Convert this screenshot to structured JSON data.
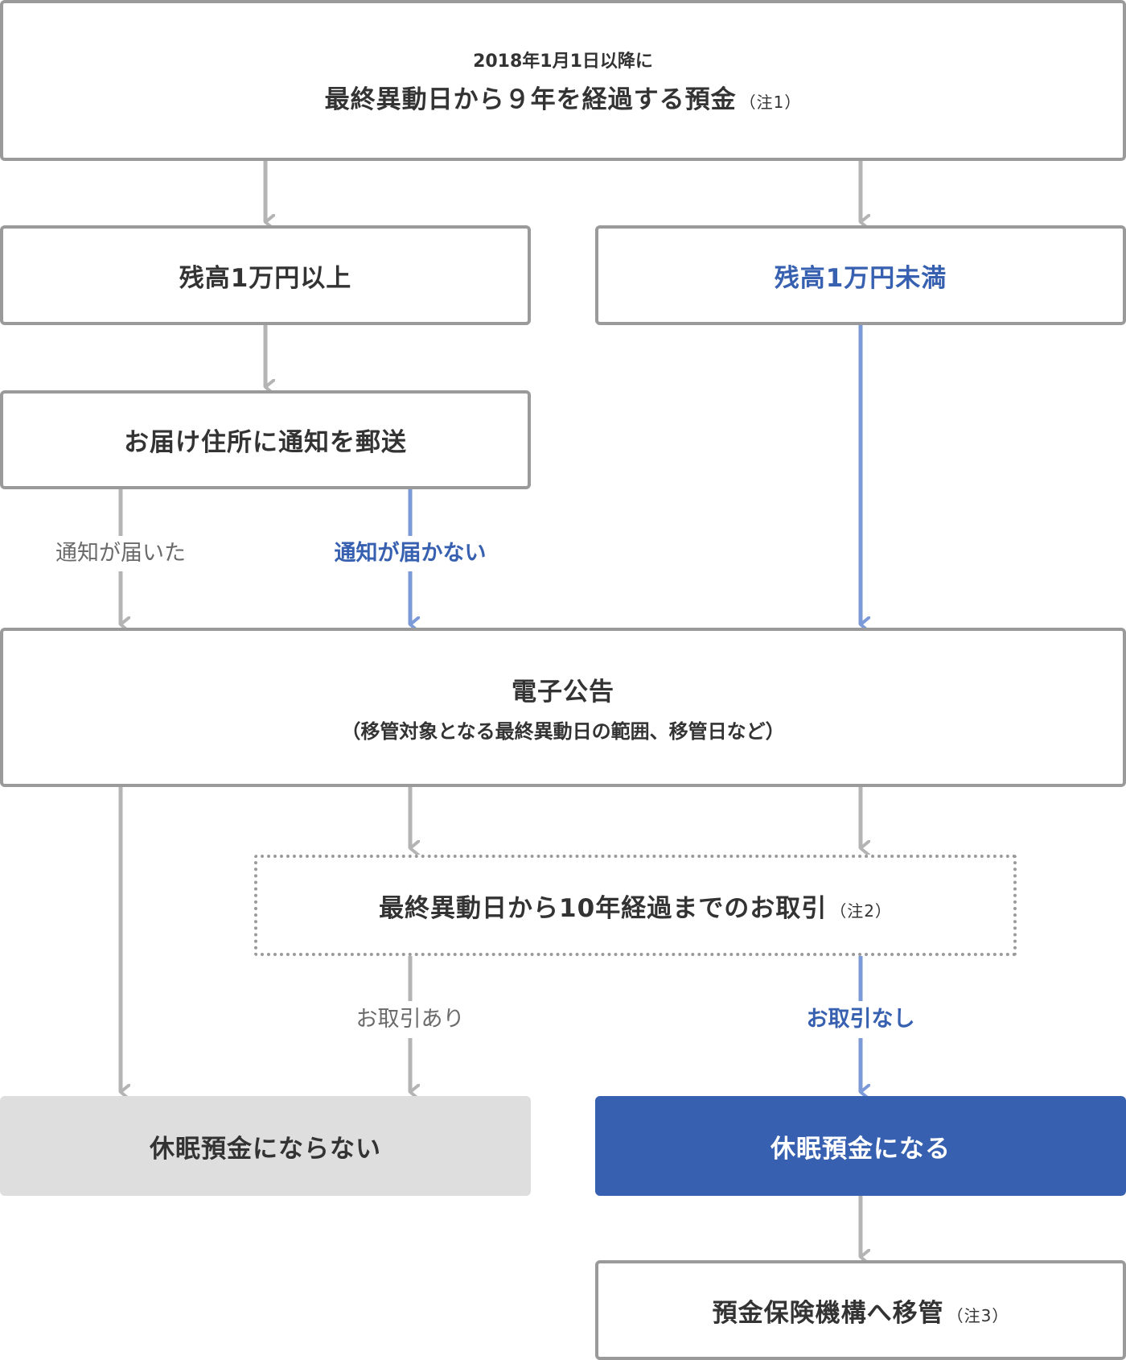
{
  "nodes": {
    "top": {
      "line1": "2018年1月1日以降に",
      "line2": "最終異動日から９年を経過する預金",
      "note": "（注1）"
    },
    "balance_over": {
      "label": "残高1万円以上"
    },
    "balance_under": {
      "label": "残高1万円未満"
    },
    "mail_notice": {
      "label": "お届け住所に通知を郵送"
    },
    "e_notice": {
      "label": "電子公告",
      "sub": "（移管対象となる最終異動日の範囲、移管日など）"
    },
    "transaction": {
      "label": "最終異動日から10年経過までのお取引",
      "note": "（注2）"
    },
    "not_dormant": {
      "label": "休眠預金にならない"
    },
    "dormant": {
      "label": "休眠預金になる"
    },
    "transfer": {
      "label": "預金保険機構へ移管",
      "note": "（注3）"
    }
  },
  "edge_labels": {
    "notice_arrived": "通知が届いた",
    "notice_not_arrived": "通知が届かない",
    "has_transaction": "お取引あり",
    "no_transaction": "お取引なし"
  },
  "colors": {
    "gray_arrow": "#b4b4b4",
    "blue_arrow": "#7c9ad8",
    "blue_accent": "#3761b0",
    "border": "#9a9a9a",
    "gray_fill": "#dedede"
  }
}
